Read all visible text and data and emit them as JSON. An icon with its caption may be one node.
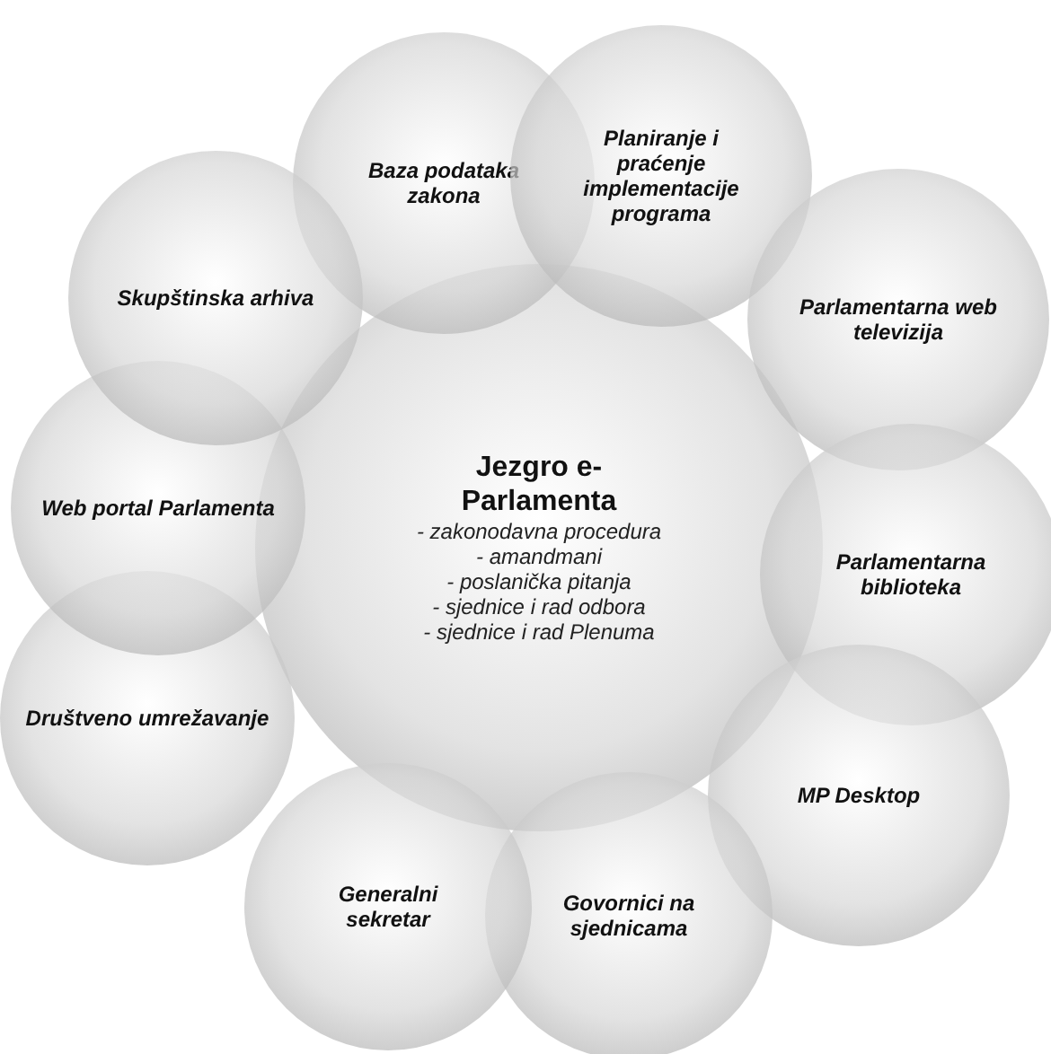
{
  "diagram": {
    "nodes": [
      {
        "text": [
          "Jezgro e-Parlamenta",
          "- zakonodavna procedura",
          "- amandmani",
          "- poslanička pitanja",
          "- sjednice i rad odbora",
          "- sjednice i rad Plenuma"
        ]
      },
      {
        "text": [
          "Baza podataka zakona"
        ]
      },
      {
        "text": [
          "Planiranje i praćenje implementacije programa"
        ]
      },
      {
        "text": [
          "Parlamentarna web televizija"
        ]
      },
      {
        "text": [
          "Parlamentarna biblioteka"
        ]
      },
      {
        "text": [
          "MP Desktop"
        ]
      },
      {
        "text": [
          "Govornici na sjednicama"
        ]
      },
      {
        "text": [
          "Generalni sekretar"
        ]
      },
      {
        "text": [
          "Društveno umrežavanje"
        ]
      },
      {
        "text": [
          "Web portal Parlamenta"
        ]
      },
      {
        "text": [
          "Skupštinska arhiva"
        ]
      }
    ]
  }
}
